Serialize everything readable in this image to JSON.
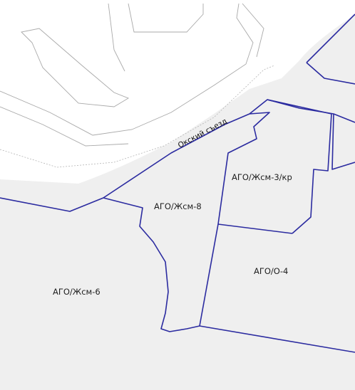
{
  "map": {
    "street": "Окский съезд",
    "zones": {
      "zhsm_6": "АГО/Жсм-6",
      "zhsm_8": "АГО/Жсм-8",
      "zhsm_3_kr": "АГО/Жсм-3/кр",
      "o_4": "АГО/О-4"
    }
  },
  "colors": {
    "zone_border": "#2b2ba0",
    "zone_fill": "#efefef",
    "background_shading": "#e6e6e6",
    "road": "#ffffff",
    "base_lines": "#a9a9a9"
  }
}
